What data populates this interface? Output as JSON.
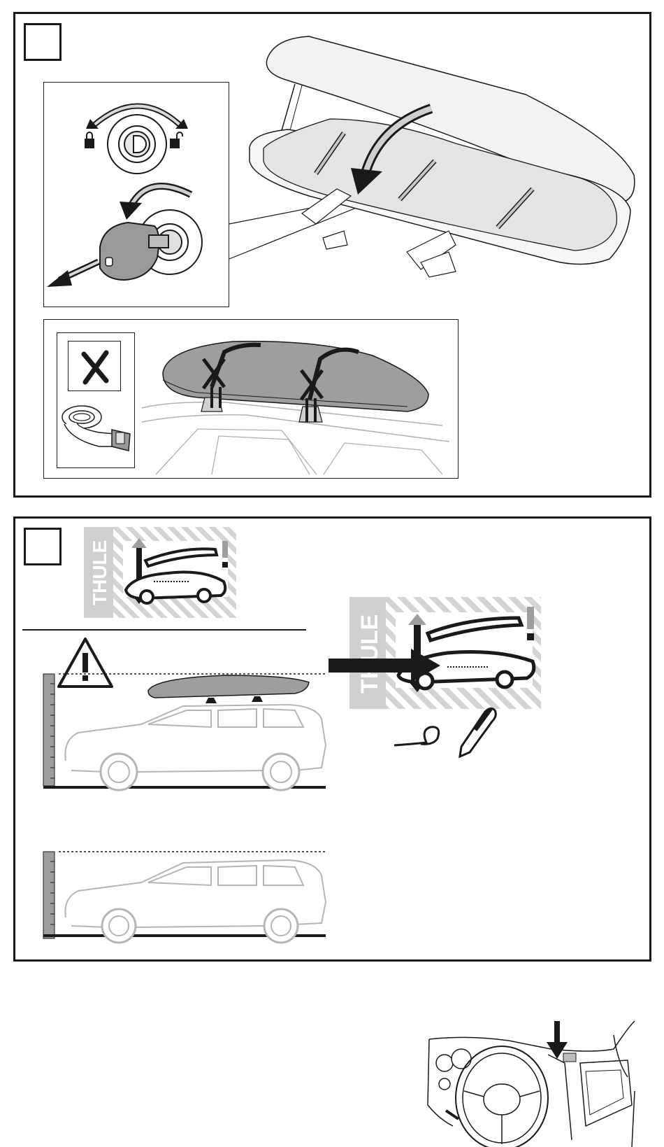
{
  "brand": {
    "name": "THULE",
    "trademark": "®"
  },
  "colors": {
    "line": "#1a1a1a",
    "grey_fill": "#bdbdbd",
    "light_grey": "#d8d8d8",
    "car_outline": "#b8b8b8",
    "hatch": "#cfcfcf"
  },
  "steps": [
    {
      "id": "step-1",
      "label": ""
    },
    {
      "id": "step-2",
      "label": ""
    }
  ],
  "icons": [
    "lock-icon",
    "unlock-icon",
    "key-cylinder-icon",
    "rotate-arrow-icon",
    "remove-key-arrow-icon",
    "prohibited-x-icon",
    "strap-icon",
    "warning-triangle-icon",
    "height-arrow-icon",
    "pen-icon",
    "down-arrow-icon"
  ]
}
